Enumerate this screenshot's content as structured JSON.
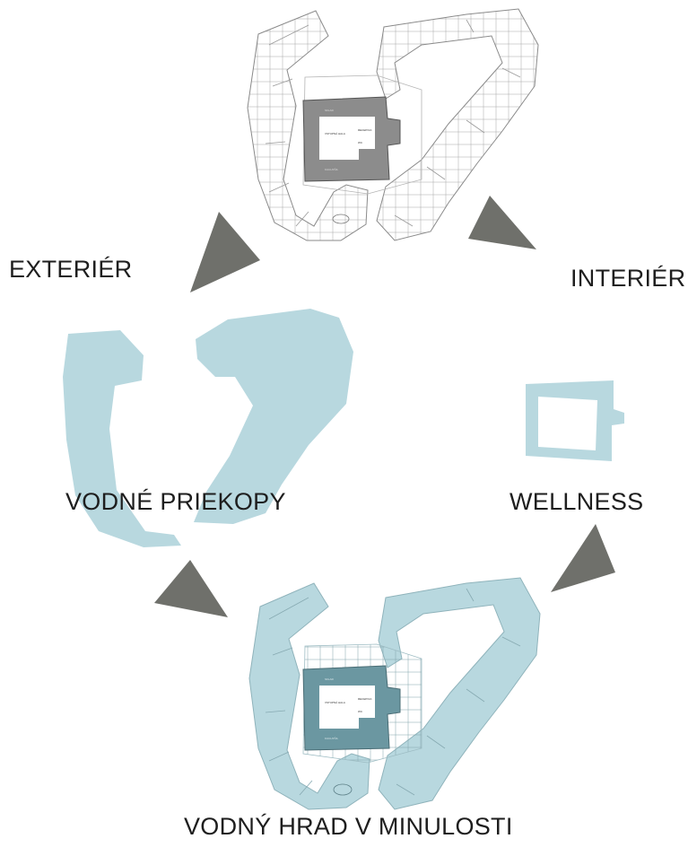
{
  "labels": {
    "exterior": "EXTERIÉR",
    "interior": "INTERIÉR",
    "moats": "VODNÉ PRIEKOPY",
    "wellness": "WELLNESS",
    "castle_past": "VODNÝ HRAD V MINULOSTI"
  },
  "plan_labels": {
    "room_main": "VSTUPNÁ HALA",
    "room_side": "RECEPCIA",
    "room_corner": "WC",
    "room_top": "SKLAD",
    "room_bottom": "KUCHYŇA"
  },
  "colors": {
    "water": "#b8d8df",
    "castle_gray": "#8c8c8c",
    "castle_teal": "#6b97a1",
    "arrow_gray": "#6f706b",
    "line": "#9a9a9a"
  }
}
